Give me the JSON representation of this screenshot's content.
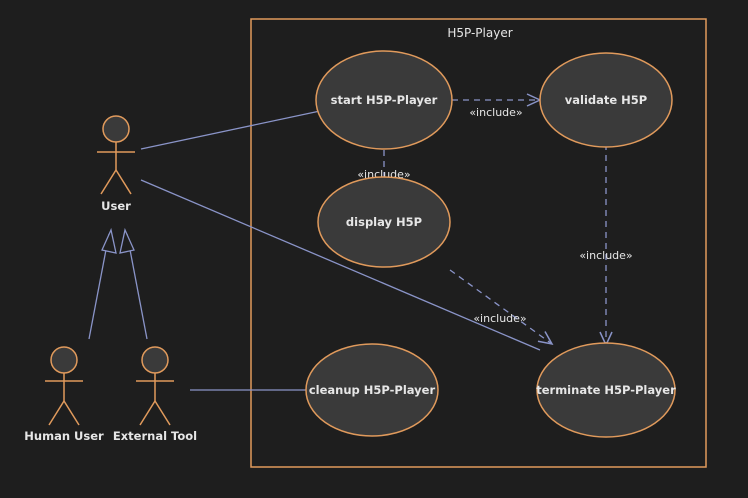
{
  "diagram": {
    "system": {
      "title": "H5P-Player"
    },
    "actors": {
      "user": "User",
      "human_user": "Human User",
      "external_tool": "External Tool"
    },
    "use_cases": {
      "start": "start H5P-Player",
      "validate": "validate H5P",
      "display": "display H5P",
      "cleanup": "cleanup H5P-Player",
      "terminate": "terminate H5P-Player"
    },
    "relations": {
      "start_validate": "«include»",
      "start_display": "«include»",
      "validate_terminate": "«include»",
      "display_terminate": "«include»"
    }
  },
  "colors": {
    "background": "#1e1e1e",
    "actor_stroke": "#e09a5c",
    "actor_fill": "#3a3a3a",
    "usecase_fill": "#3a3a3a",
    "usecase_stroke": "#e09a5c",
    "boundary_stroke": "#e09a5c",
    "line": "#8a94c8",
    "text": "#e6e6e6"
  }
}
